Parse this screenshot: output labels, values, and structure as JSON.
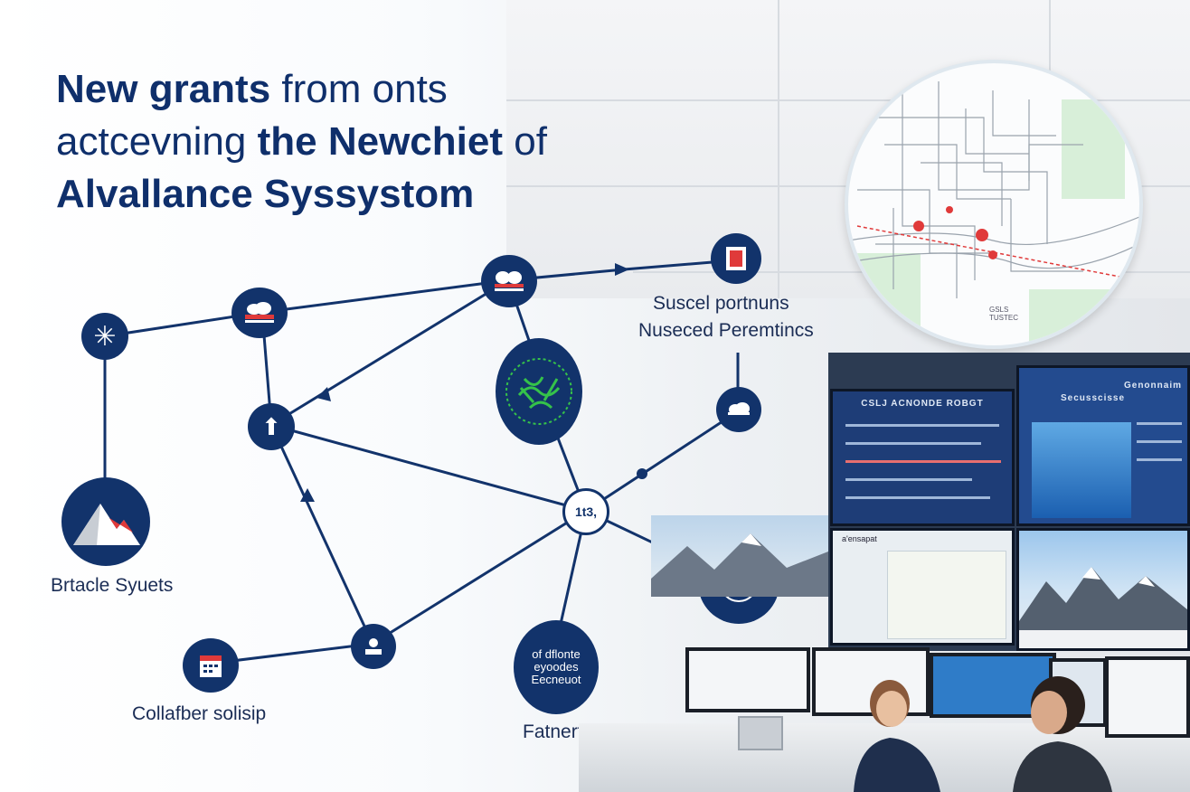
{
  "headline": {
    "line1": "New grants",
    "line1b": "from onts",
    "line2a": "actcevning",
    "line2b": "the Newchiet",
    "line2c": "of",
    "line3": "Alvallance Syssystom"
  },
  "labels": {
    "brtacle": "Brtacle Syuets",
    "collafber": "Collafber solisip",
    "fatnert": "Fatnert",
    "suscel_line1": "Suscel portnuns",
    "suscel_line2": "Nuseced Peremtincs",
    "center_node": "1t3,",
    "node_text_1": "of dflonte",
    "node_text_2": "eyoodes",
    "node_text_3": "Eecneuot"
  },
  "screens": {
    "left_title": "CSLJ ACNONDE ROBGT",
    "right_title": "Secusscisse",
    "right_badge": "Genonnaim",
    "map_panel_title": "a'ensapat"
  },
  "map": {
    "footer": "GSLS\nTUSTEC"
  },
  "colors": {
    "navy": "#12336b",
    "accent_red": "#e03a3a",
    "leaf_green": "#35c24a"
  }
}
